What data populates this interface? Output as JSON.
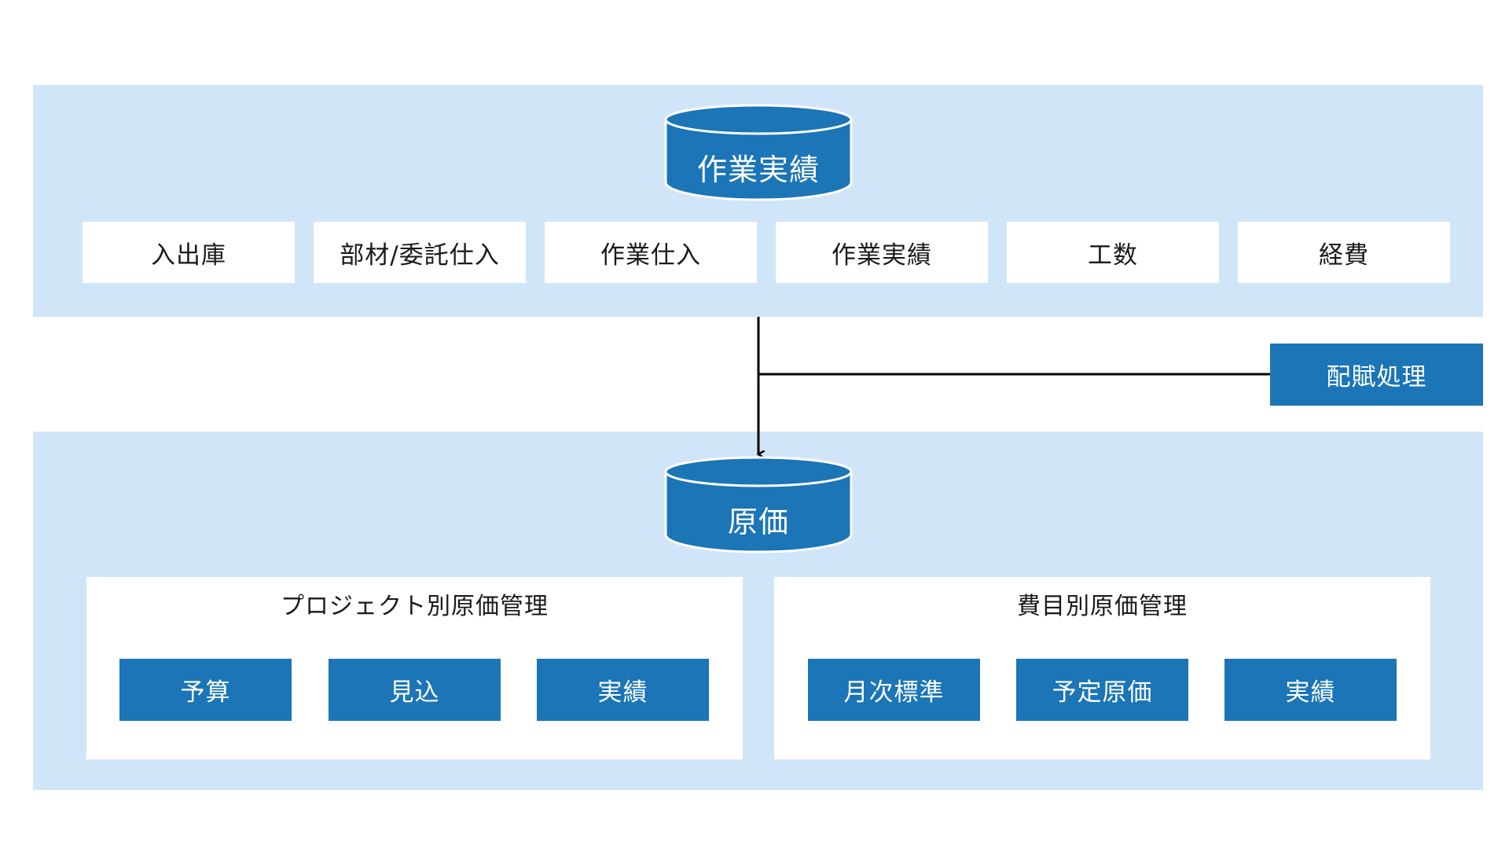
{
  "colors": {
    "band": "#d1e5f8",
    "accent": "#1b75b6",
    "box": "#ffffff",
    "line": "#000000"
  },
  "top_db": {
    "label": "作業実績"
  },
  "sources": [
    "入出庫",
    "部材/委託仕入",
    "作業仕入",
    "作業実績",
    "工数",
    "経費"
  ],
  "allocation": {
    "label": "配賦処理"
  },
  "bottom_db": {
    "label": "原価"
  },
  "panels": [
    {
      "title": "プロジェクト別原価管理",
      "items": [
        "予算",
        "見込",
        "実績"
      ]
    },
    {
      "title": "費目別原価管理",
      "items": [
        "月次標準",
        "予定原価",
        "実績"
      ]
    }
  ]
}
